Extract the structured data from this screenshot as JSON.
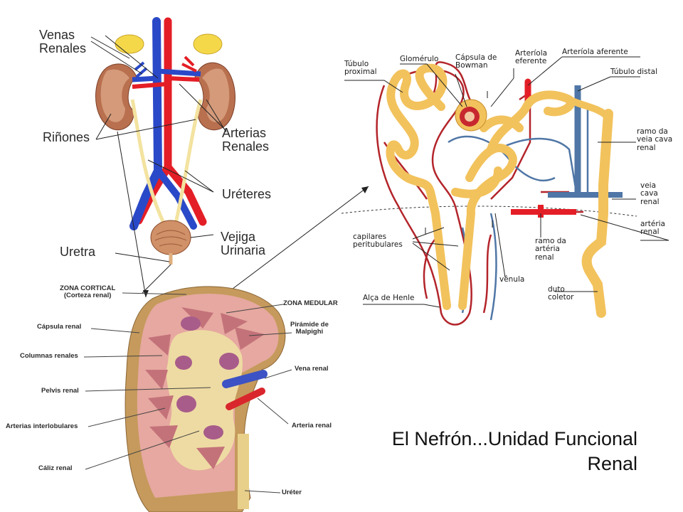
{
  "urinary_system": {
    "labels": {
      "venas_renales": "Venas\nRenales",
      "rinones": "Riñones",
      "arterias_renales": "Arterias\nRenales",
      "ureteres": "Uréteres",
      "vejiga": "Vejiga\nUrinaria",
      "uretra": "Uretra"
    }
  },
  "kidney_section": {
    "labels": {
      "zona_cortical": "ZONA CORTICAL\n(Corteza renal)",
      "zona_medular": "ZONA MEDULAR",
      "capsula_renal": "Cápsula renal",
      "piramide": "Pirámide de\nMalpighi",
      "columnas": "Columnas renales",
      "vena_renal": "Vena renal",
      "pelvis": "Pelvis renal",
      "arterias_interlobulares": "Arterias interlobulares",
      "arteria_renal": "Arteria renal",
      "caliz": "Cáliz renal",
      "ureter": "Uréter"
    }
  },
  "nephron": {
    "labels": {
      "tubulo_proximal": "Túbulo\nproximal",
      "glomerulo": "Glomérulo",
      "capsula_bowman": "Cápsula de\nBowman",
      "arteriola_eferente": "Arteríola\neferente",
      "arteriola_aferente": "Arteríola aferente",
      "tubulo_distal": "Túbulo distal",
      "ramo_veia_cava": "ramo da\nveia cava\nrenal",
      "veia_cava_renal": "veia\ncava\nrenal",
      "arteria_renal": "artéria\nrenal",
      "capilares": "capilares\nperitubulares",
      "ramo_arteria": "ramo da\nartéria\nrenal",
      "venula": "vênula",
      "alca_henle": "Alça de Henle",
      "duto_coletor": "duto\ncoletor"
    }
  },
  "title": {
    "line1": "El Nefrón...Unidad Funcional",
    "line2": "Renal"
  },
  "colors": {
    "artery": "#e41e26",
    "vein": "#2a49c8",
    "kidney": "#c98a6a",
    "tubule": "#f2c25c",
    "capillary_red": "#b3242a",
    "capillary_blue": "#4f76a6"
  }
}
